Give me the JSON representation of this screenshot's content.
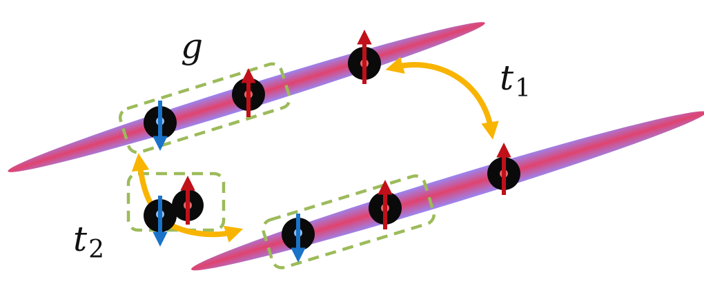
{
  "labels": {
    "g": "g",
    "t1_main": "t",
    "t1_sub": "1",
    "t2_main": "t",
    "t2_sub": "2"
  },
  "colors": {
    "tube_core": "#d9416a",
    "tube_edge": "#8a7cf0",
    "spin_up": "#c0101a",
    "spin_down": "#1a73c8",
    "atom": "#0a0a0a",
    "hopping_arrow": "#f8b400",
    "interaction_box": "#9cbb5a"
  },
  "icons": {
    "spin_up": "up-arrow-icon",
    "spin_down": "down-arrow-icon",
    "hopping": "double-arrow-icon"
  }
}
